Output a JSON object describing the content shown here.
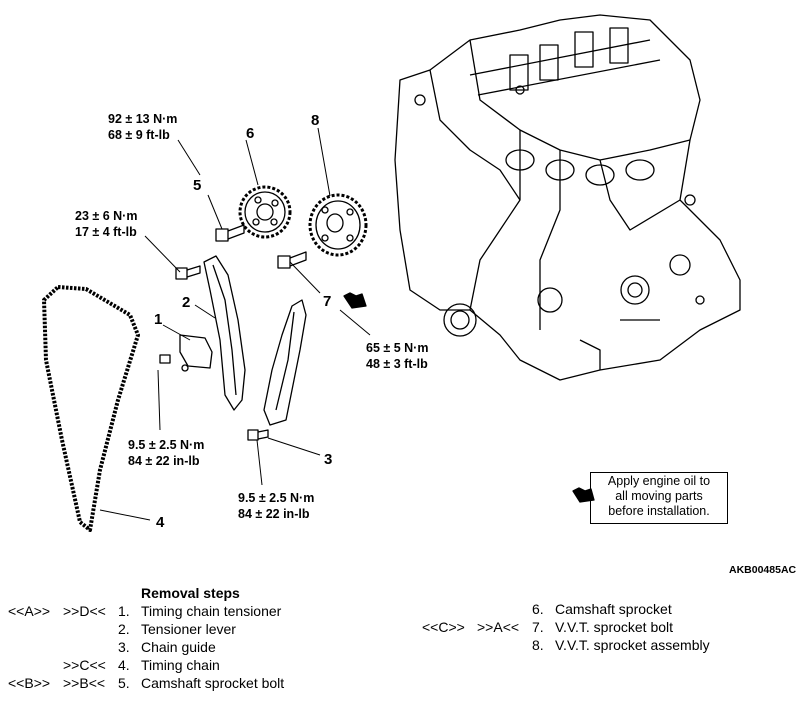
{
  "torques": {
    "t5": [
      "92 ± 13 N·m",
      "68 ± 9 ft-lb"
    ],
    "t_bolt": [
      "23 ± 6 N·m",
      "17 ± 4 ft-lb"
    ],
    "t7": [
      "65 ± 5 N·m",
      "48 ± 3 ft-lb"
    ],
    "t1": [
      "9.5 ± 2.5 N·m",
      "84 ± 22 in-lb"
    ],
    "t3": [
      "9.5 ± 2.5 N·m",
      "84 ± 22 in-lb"
    ]
  },
  "callouts": {
    "c1": "1",
    "c2": "2",
    "c3": "3",
    "c4": "4",
    "c5": "5",
    "c6": "6",
    "c7": "7",
    "c8": "8"
  },
  "note_lines": [
    "Apply engine oil to",
    "all moving parts",
    "before installation."
  ],
  "figure_code": "AKB00485AC",
  "removal": {
    "heading": "Removal steps",
    "left": [
      {
        "ref1": "<<A>>",
        "ref2": ">>D<<",
        "num": "1.",
        "name": "Timing chain tensioner"
      },
      {
        "ref1": "",
        "ref2": "",
        "num": "2.",
        "name": "Tensioner lever"
      },
      {
        "ref1": "",
        "ref2": "",
        "num": "3.",
        "name": "Chain guide"
      },
      {
        "ref1": "",
        "ref2": ">>C<<",
        "num": "4.",
        "name": "Timing chain"
      },
      {
        "ref1": "<<B>>",
        "ref2": ">>B<<",
        "num": "5.",
        "name": "Camshaft sprocket bolt"
      }
    ],
    "right": [
      {
        "ref1": "",
        "ref2": "",
        "num": "6.",
        "name": "Camshaft sprocket"
      },
      {
        "ref1": "<<C>>",
        "ref2": ">>A<<",
        "num": "7.",
        "name": "V.V.T. sprocket bolt"
      },
      {
        "ref1": "",
        "ref2": "",
        "num": "8.",
        "name": "V.V.T. sprocket assembly"
      }
    ]
  }
}
